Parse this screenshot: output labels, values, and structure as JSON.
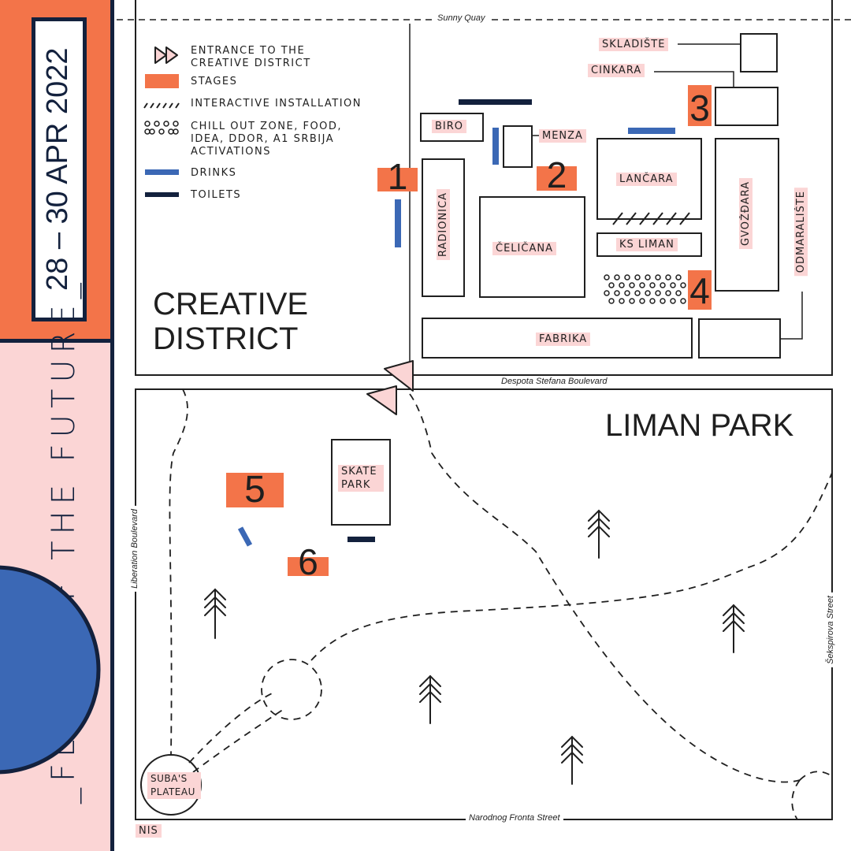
{
  "colors": {
    "orange": "#f37449",
    "pink": "#fbd5d5",
    "navy": "#13213d",
    "blue": "#3b68b5"
  },
  "sidebar": {
    "dates": "28 – 30 APR 2022",
    "tagline": "_FLAGS OF THE FUTURE_"
  },
  "legend": {
    "entrance": "ENTRANCE TO THE CREATIVE DISTRICT",
    "stages": "STAGES",
    "installation": "INTERACTIVE INSTALLATION",
    "chill": "CHILL OUT ZONE, FOOD, IDEA, DDOR, A1 SRBIJA ACTIVATIONS",
    "drinks": "DRINKS",
    "toilets": "TOILETS"
  },
  "areas": {
    "creative_district": "CREATIVE DISTRICT",
    "liman_park": "LIMAN PARK"
  },
  "streets": {
    "sunny_quay": "Sunny Quay",
    "despota": "Despota Stefana Boulevard",
    "liberation": "Liberation Boulevard",
    "sekspirova": "Šekspirova Street",
    "narodnog": "Narodnog Fronta Street"
  },
  "buildings": {
    "skladiste": "SKLADIŠTE",
    "cinkara": "CINKARA",
    "biro": "BIRO",
    "menza": "MENZA",
    "lancara": "LANČARA",
    "radionica": "RADIONICA",
    "celicana": "ČELIČANA",
    "ks_liman": "KS LIMAN",
    "gvozdjara": "GVOŽĐARA",
    "odmaraliste": "ODMARALIŠTE",
    "fabrika": "FABRIKA",
    "skate_park": "SKATE PARK",
    "subas_plateau": "SUBA'S PLATEAU",
    "nis": "NIS"
  },
  "stages": [
    "1",
    "2",
    "3",
    "4",
    "5",
    "6"
  ]
}
